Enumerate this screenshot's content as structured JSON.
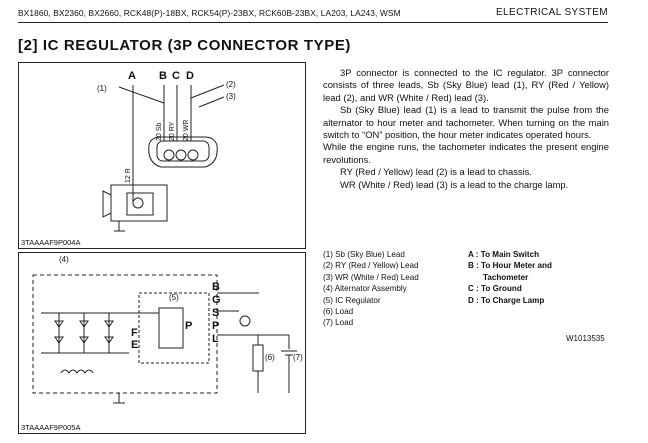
{
  "header": {
    "models": "BX1860, BX2360, BX2660, RCK48(P)-18BX, RCK54(P)-23BX, RCK60B-23BX, LA203, LA243, WSM",
    "section": "ELECTRICAL SYSTEM"
  },
  "title": "[2]  IC REGULATOR (3P CONNECTOR TYPE)",
  "body": {
    "p1": "3P connector is connected to the IC regulator. 3P connector consists of three leads, Sb (Sky Blue) lead (1), RY (Red / Yellow) lead (2), and WR (White / Red) lead (3).",
    "p2": "Sb (Sky Blue) lead (1) is a lead to transmit the pulse from the alternator to hour meter and tachometer. When turning on the main switch to “ON” position, the hour meter indicates operated hours.",
    "p3": "While the engine runs, the tachometer indicates the present engine revolutions.",
    "p4": "RY (Red / Yellow) lead (2) is a lead to chassis.",
    "p5": "WR (White / Red) lead (3) is a lead to the charge lamp."
  },
  "legend": {
    "numbered": [
      "(1)  Sb (Sky Blue) Lead",
      "(2)  RY (Red / Yellow) Lead",
      "(3)  WR (White / Red) Lead",
      "(4)  Alternator Assembly",
      "(5)  IC Regulator",
      "(6)  Load",
      "(7)  Load"
    ],
    "lettered": [
      "A : To Main Switch",
      "B : To Hour Meter and",
      "Tachometer",
      "C : To Ground",
      "D : To Charge Lamp"
    ]
  },
  "figure1": {
    "id": "3TAAAAF9P004A",
    "letters": [
      "A",
      "B",
      "C",
      "D"
    ],
    "callouts": [
      "(1)",
      "(2)",
      "(3)"
    ],
    "wires": [
      "20 Sb",
      "20 RY",
      "20 WR",
      "12 R"
    ]
  },
  "figure2": {
    "id": "3TAAAAF9P005A",
    "callouts": [
      "(4)",
      "(5)",
      "(6)",
      "(7)"
    ],
    "terminals": [
      "B",
      "G",
      "S",
      "P",
      "L",
      "F",
      "E",
      "P"
    ]
  },
  "ref_code": "W1013535"
}
